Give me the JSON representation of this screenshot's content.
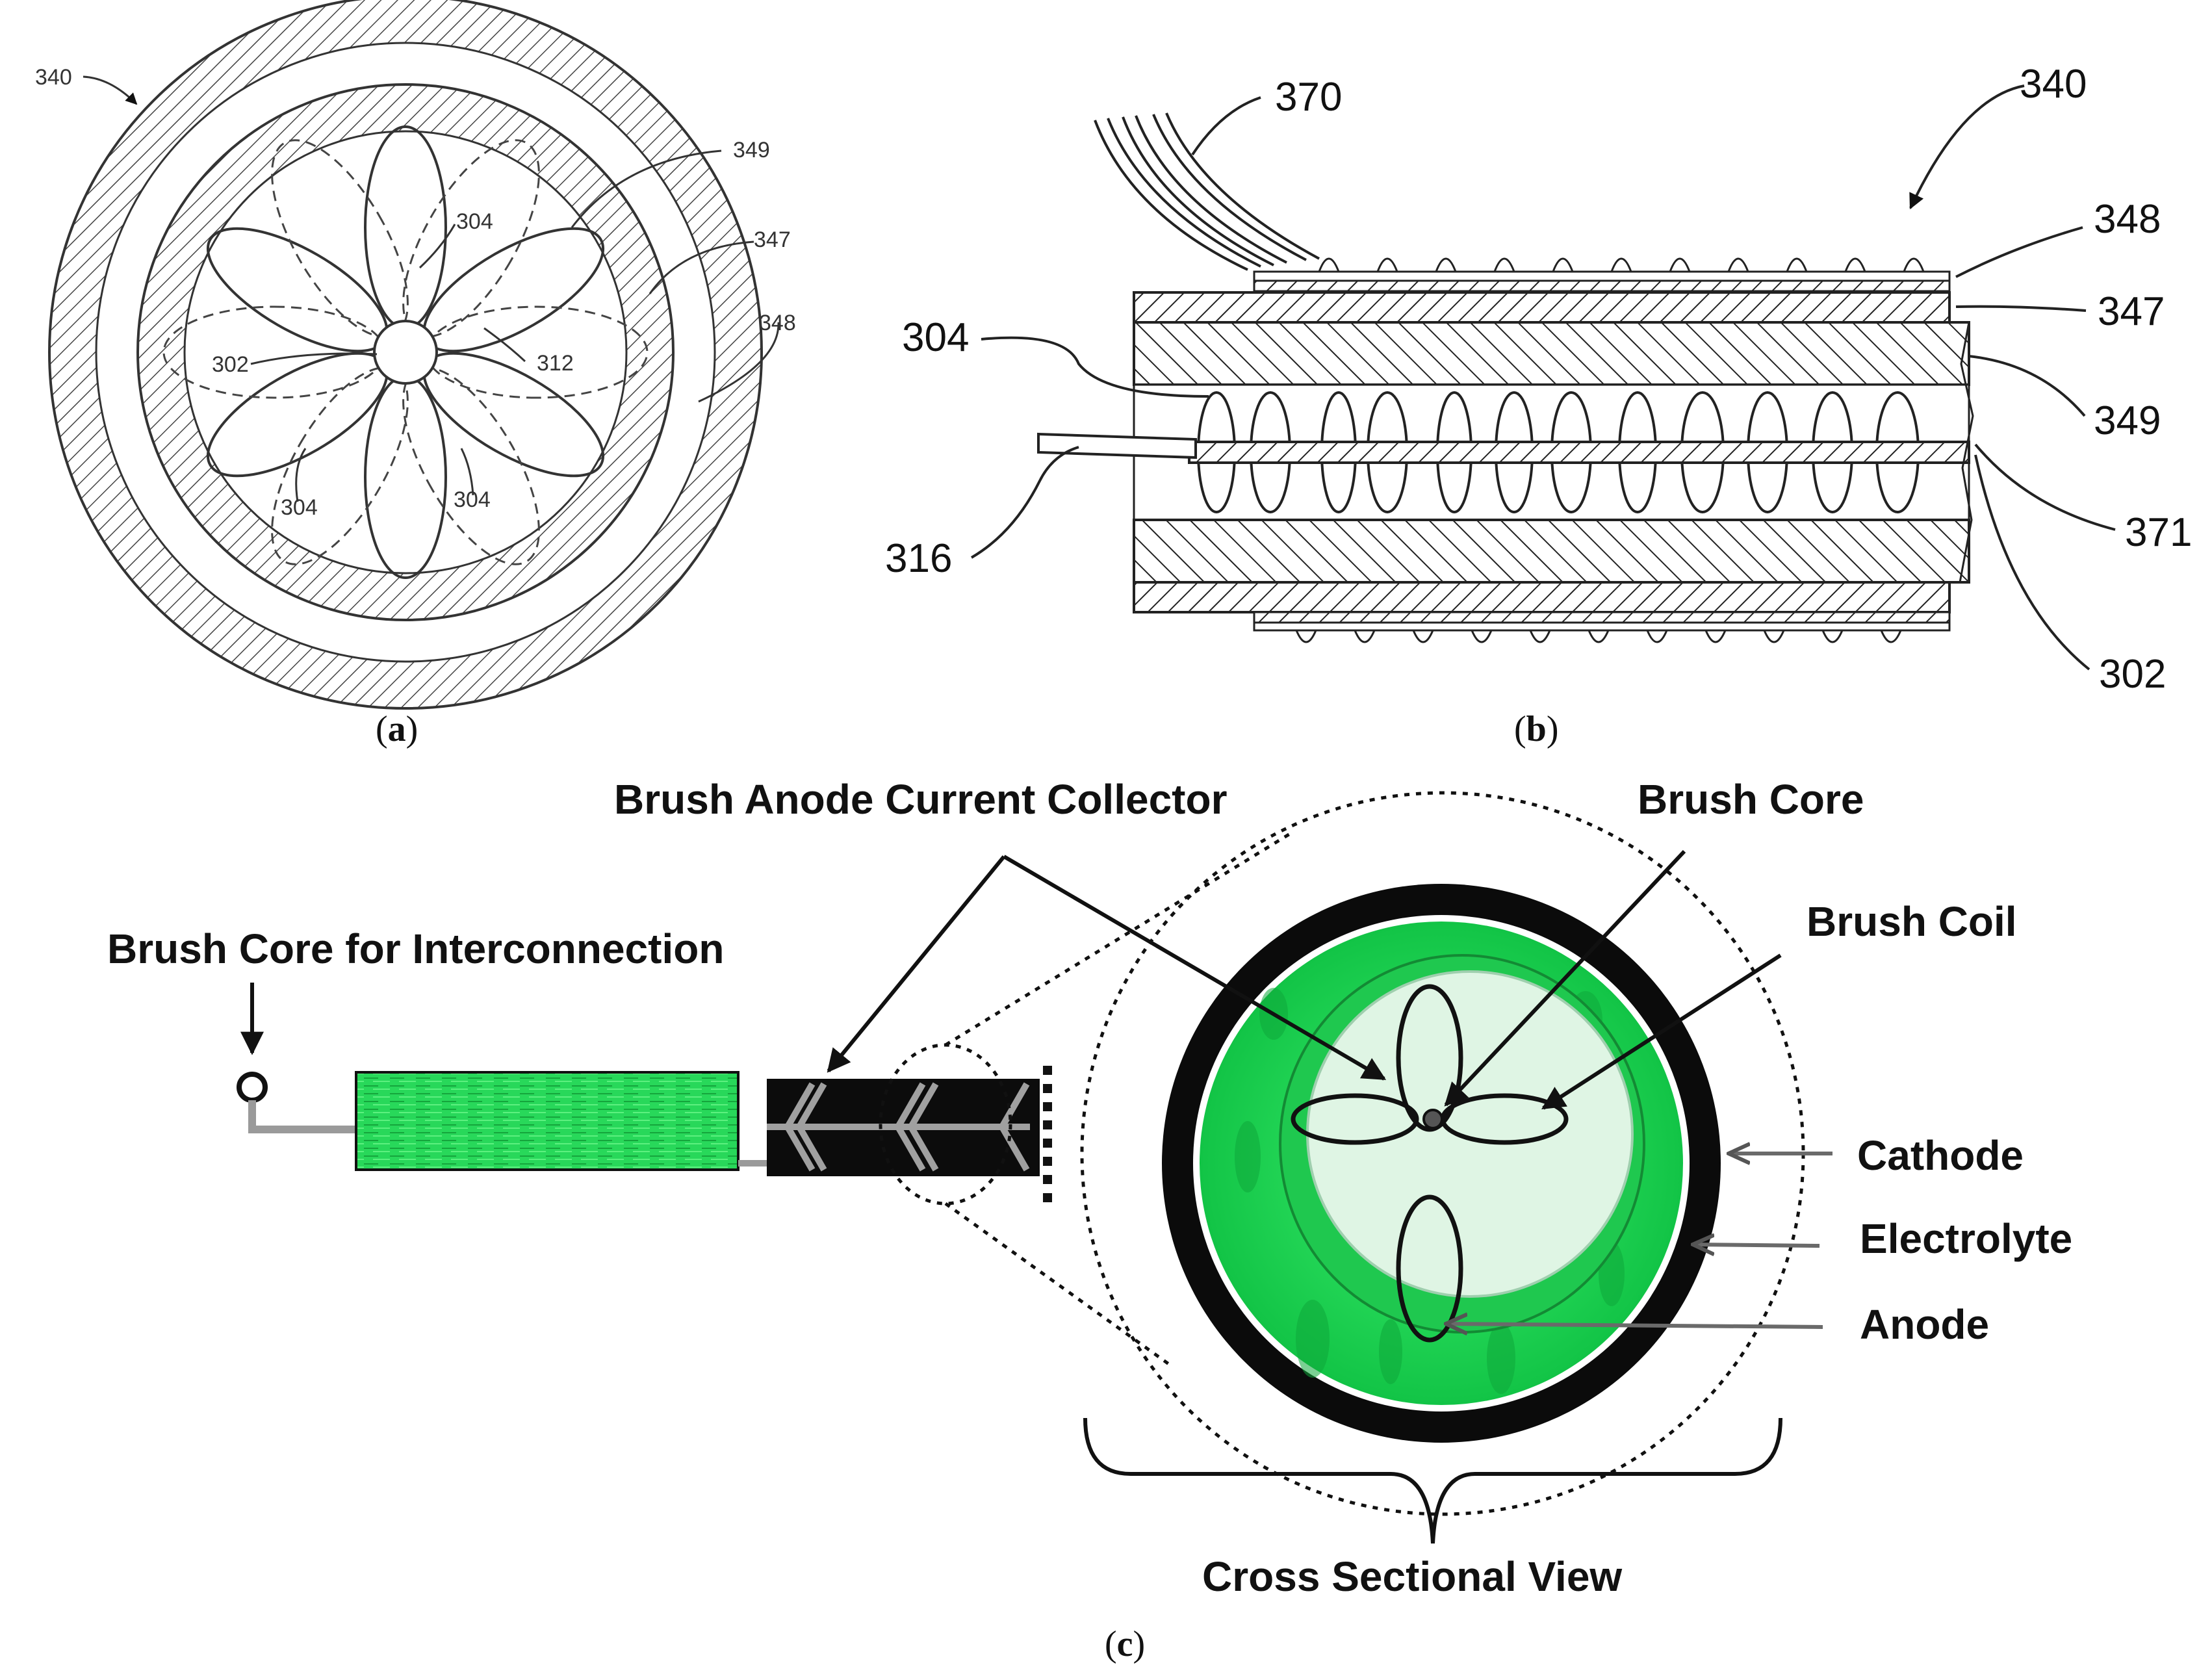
{
  "panel_a": {
    "ref_340": "340",
    "ref_349": "349",
    "ref_347": "347",
    "ref_348": "348",
    "ref_304_top": "304",
    "ref_312": "312",
    "ref_302": "302",
    "ref_304_left": "304",
    "ref_304_right": "304",
    "caption_open": "(",
    "caption_letter": "a",
    "caption_close": ")"
  },
  "panel_b": {
    "ref_370": "370",
    "ref_340": "340",
    "ref_348": "348",
    "ref_347": "347",
    "ref_304": "304",
    "ref_349": "349",
    "ref_316": "316",
    "ref_371": "371",
    "ref_302": "302",
    "caption_open": "(",
    "caption_letter": "b",
    "caption_close": ")"
  },
  "panel_c": {
    "brush_anode_current_collector": "Brush Anode Current Collector",
    "brush_core_interconnection": "Brush Core for Interconnection",
    "brush_core": "Brush Core",
    "brush_coil": "Brush Coil",
    "cathode": "Cathode",
    "electrolyte": "Electrolyte",
    "anode": "Anode",
    "cross_sectional_view": "Cross Sectional View",
    "caption_open": "(",
    "caption_letter": "c",
    "caption_close": ")"
  },
  "colors": {
    "anode_green": "#22e05a",
    "light_green": "#dff5e4",
    "ink": "#111111",
    "gray": "#9a9a9a"
  }
}
